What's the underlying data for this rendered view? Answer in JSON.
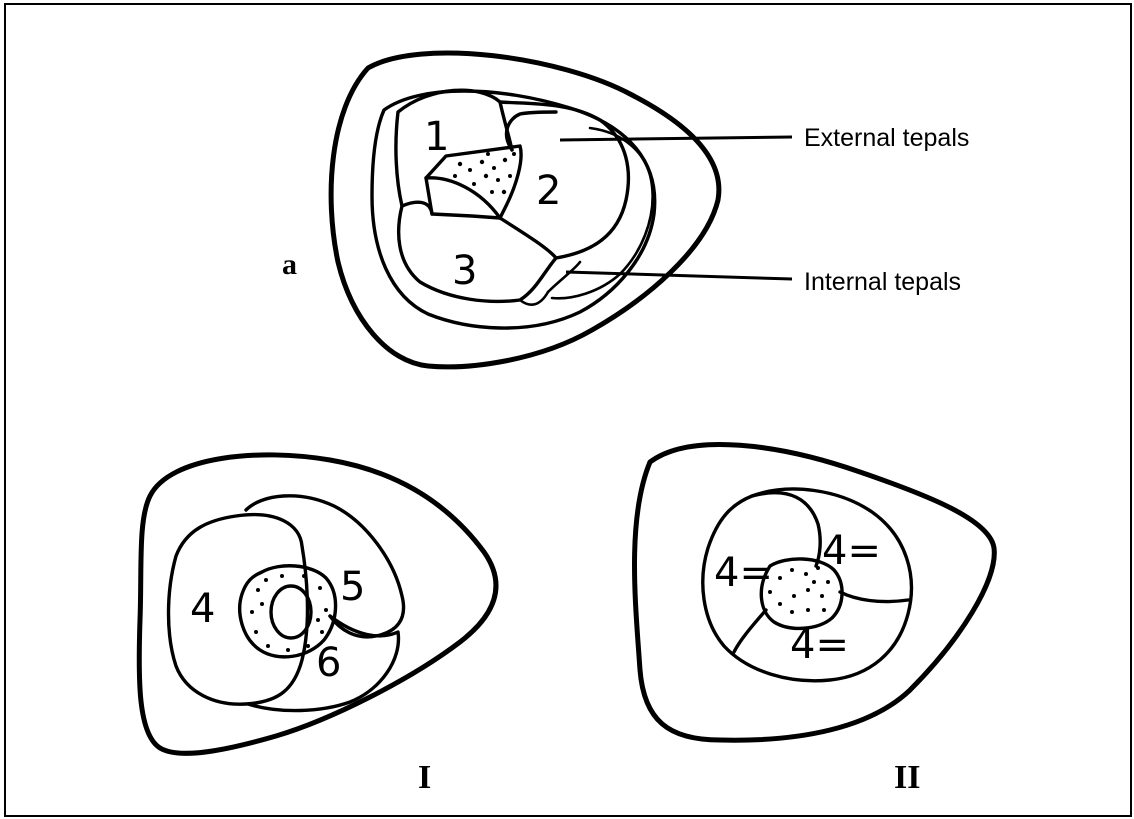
{
  "panels": {
    "a": {
      "label": "a",
      "tepal_numbers": [
        "1",
        "2",
        "3"
      ],
      "callouts": {
        "external": "External tepals",
        "internal": "Internal tepals"
      }
    },
    "I": {
      "label": "I",
      "tepal_numbers": [
        "4",
        "5",
        "6"
      ]
    },
    "II": {
      "label": "II",
      "tepal_numbers": [
        "4=",
        "4=",
        "4="
      ]
    }
  }
}
